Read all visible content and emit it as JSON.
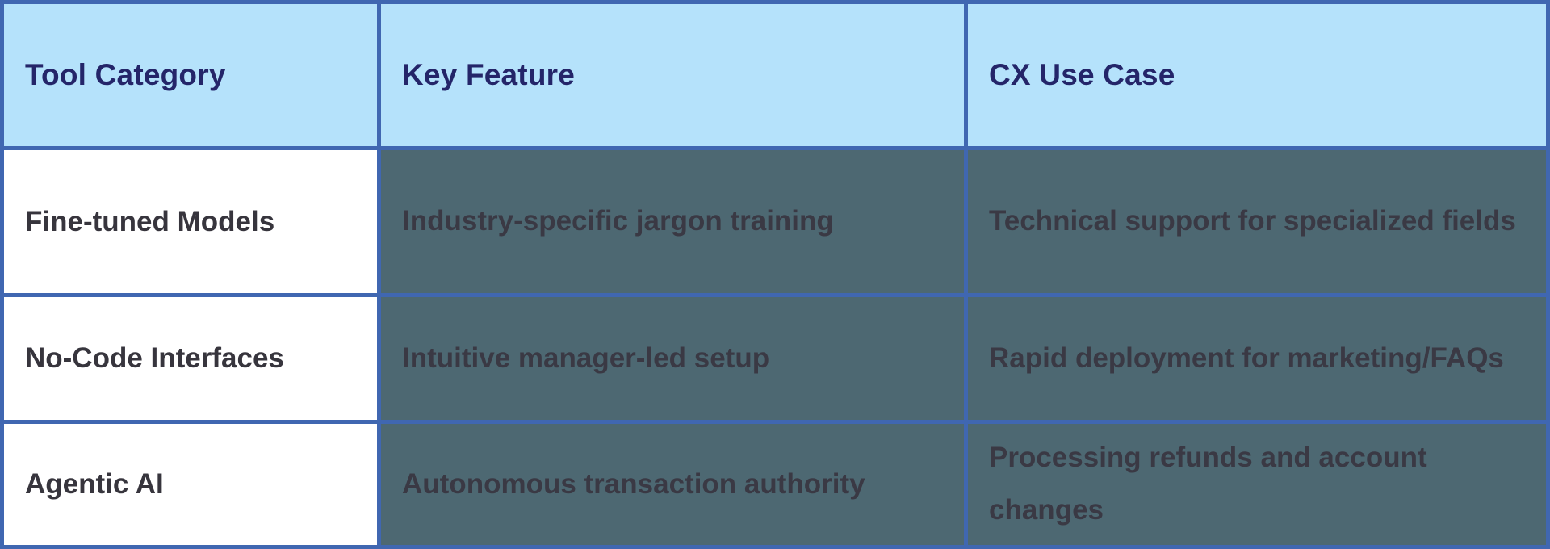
{
  "table": {
    "title": "AI customer-experience tools comparison table",
    "columns": [
      {
        "label": "Tool Category"
      },
      {
        "label": "Key Feature"
      },
      {
        "label": "CX Use Case"
      }
    ],
    "rows": [
      {
        "category": "Fine-tuned Models",
        "feature": "Industry-specific jargon training",
        "use_case": "Technical support for specialized fields"
      },
      {
        "category": "No-Code Interfaces",
        "feature": "Intuitive manager-led setup",
        "use_case": "Rapid deployment for marketing/FAQs"
      },
      {
        "category": "Agentic AI",
        "feature": "Autonomous transaction authority",
        "use_case": "Processing refunds and account changes"
      }
    ]
  },
  "colors": {
    "header_background": "#b5e2fb",
    "header_text": "#242569",
    "grid_border": "#4067b1",
    "body_dark_background": "#4d6872",
    "body_dark_text": "#3a3944",
    "body_light_background": "#ffffff",
    "body_light_text": "#37353d"
  }
}
